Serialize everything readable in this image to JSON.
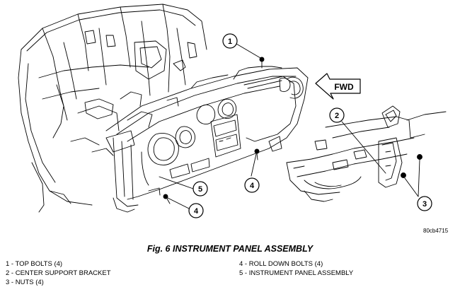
{
  "figure": {
    "title": "Fig. 6 INSTRUMENT PANEL ASSEMBLY",
    "ref_code": "80cb4715",
    "forward_label": "FWD"
  },
  "callouts": [
    "1",
    "2",
    "3",
    "4",
    "4",
    "5"
  ],
  "legend": {
    "left": [
      "1 - TOP BOLTS (4)",
      "2 - CENTER SUPPORT BRACKET",
      "3 - NUTS (4)"
    ],
    "right": [
      "4 - ROLL DOWN BOLTS (4)",
      "5 - INSTRUMENT PANEL ASSEMBLY"
    ]
  }
}
